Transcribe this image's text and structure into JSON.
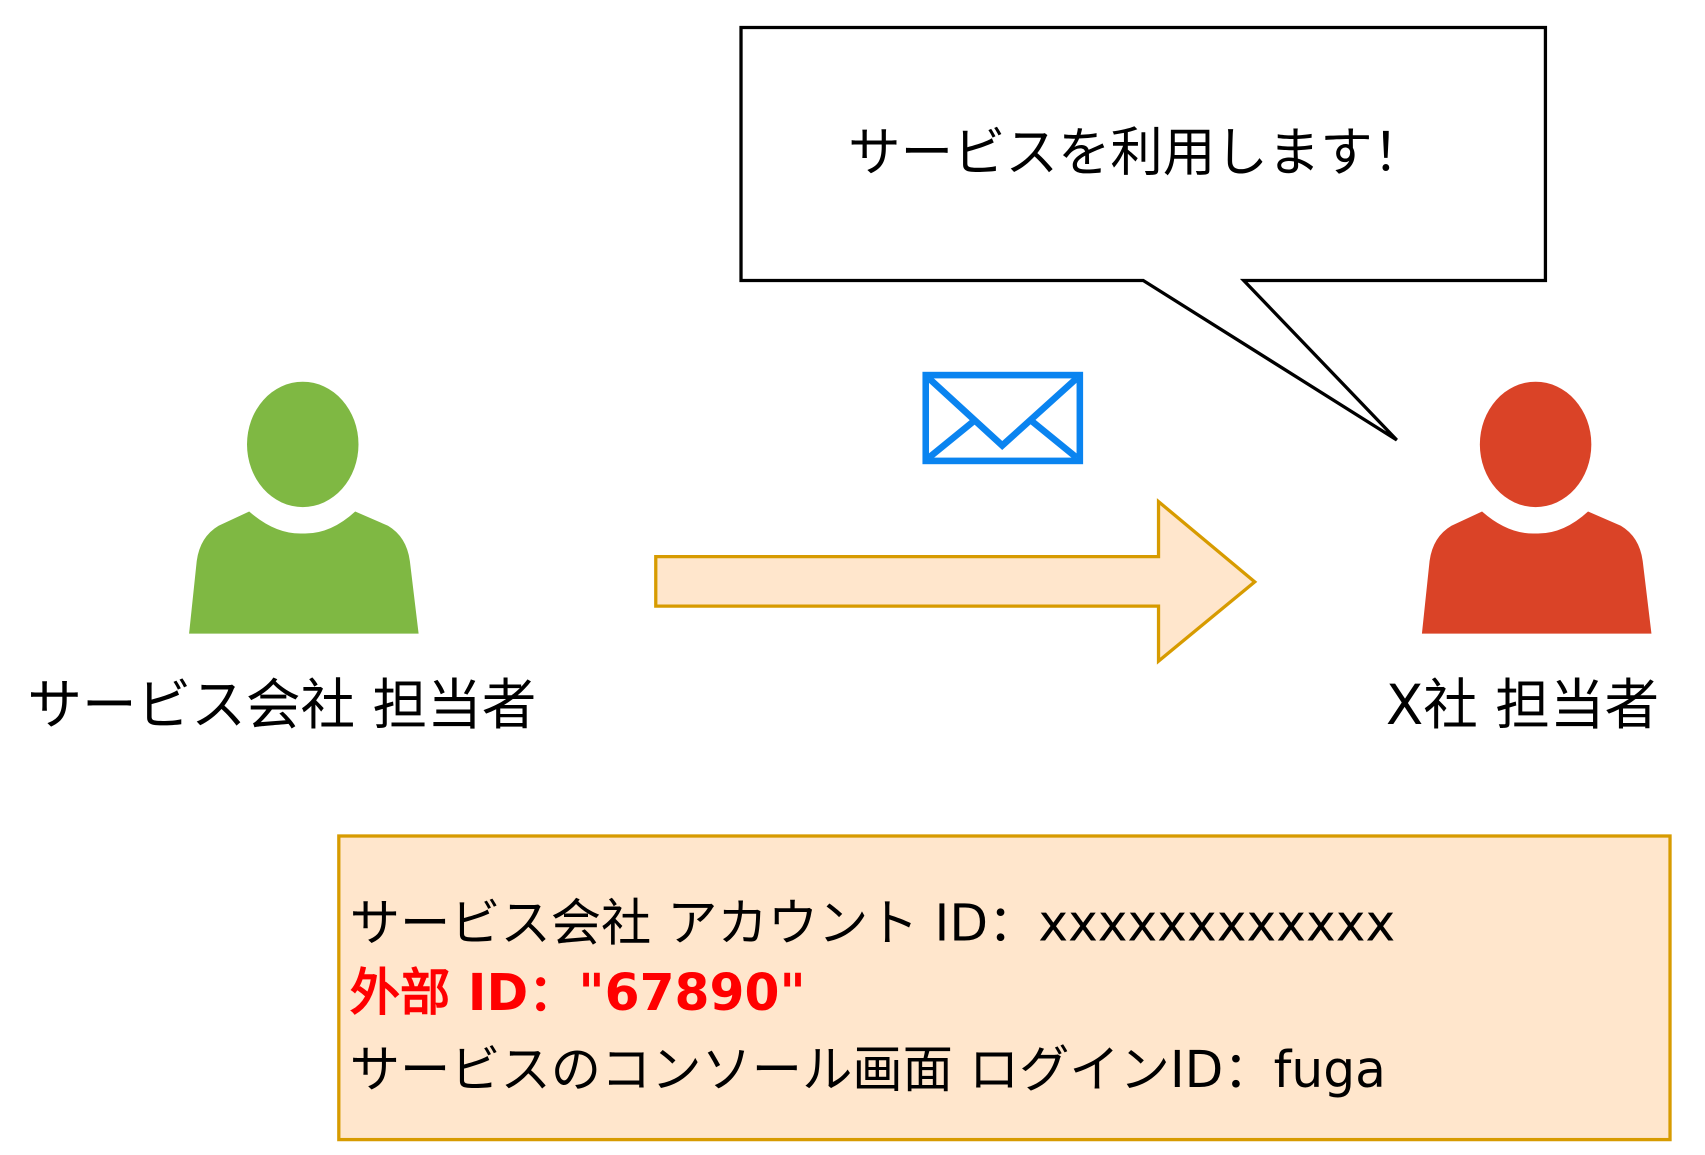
{
  "speech_bubble": {
    "text": "サービスを利用します！"
  },
  "left_person": {
    "label": "サービス会社 担当者",
    "color": "#7fb843"
  },
  "right_person": {
    "label": "X社 担当者",
    "color": "#da4327"
  },
  "envelope": {
    "icon": "envelope-icon",
    "color": "#0a84f0"
  },
  "arrow": {
    "fill": "#ffe6cc",
    "stroke": "#d79b00"
  },
  "info_box": {
    "line1": "サービス会社 アカウント ID：xxxxxxxxxxxx",
    "line2": "外部 ID：\"67890\"",
    "line3": "サービスのコンソール画面 ログインID：fuga",
    "highlight_color": "#ff0000"
  }
}
